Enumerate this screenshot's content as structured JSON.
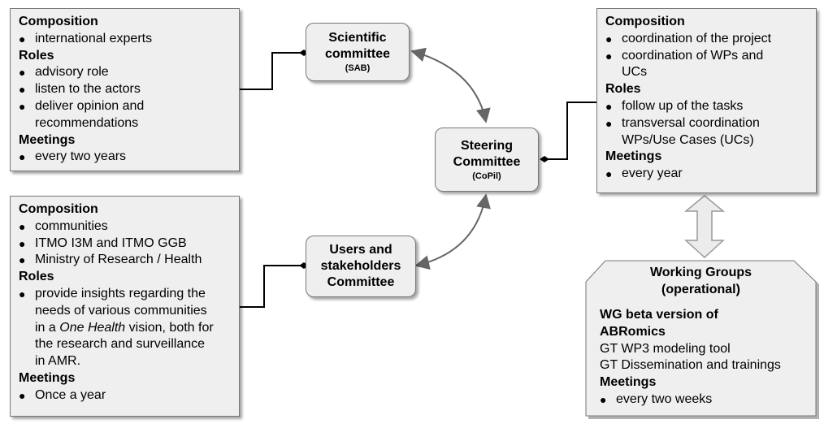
{
  "top_left": {
    "composition_heading": "Composition",
    "composition": [
      "international experts"
    ],
    "roles_heading": "Roles",
    "roles": [
      "advisory role",
      "listen to the actors",
      "deliver opinion and",
      "recommendations"
    ],
    "meetings_heading": "Meetings",
    "meetings": [
      "every two years"
    ]
  },
  "bottom_left": {
    "composition_heading": "Composition",
    "composition": [
      "communities",
      "ITMO I3M and ITMO GGB",
      "Ministry of Research / Health"
    ],
    "roles_heading": "Roles",
    "roles_lines": [
      "provide insights regarding the",
      "needs of various  communities",
      "in a ",
      "One Health",
      " vision, both for",
      "the research and surveillance",
      "in AMR."
    ],
    "meetings_heading": "Meetings",
    "meetings": [
      "Once a year"
    ]
  },
  "right": {
    "composition_heading": "Composition",
    "composition": [
      "coordination of the project",
      "coordination of WPs and",
      "UCs"
    ],
    "roles_heading": "Roles",
    "roles": [
      "follow up of the tasks",
      "transversal coordination",
      "WPs/Use Cases (UCs)"
    ],
    "meetings_heading": "Meetings",
    "meetings": [
      "every year"
    ]
  },
  "sab": {
    "title_1": "Scientific",
    "title_2": "committee",
    "abbr": "(SAB)"
  },
  "steering": {
    "title_1": "Steering",
    "title_2": "Committee",
    "abbr": "(CoPil)"
  },
  "users": {
    "title_1": "Users and",
    "title_2": "stakeholders",
    "title_3": "Committee"
  },
  "working_groups": {
    "title_1": "Working Groups",
    "title_2": "(operational)",
    "wg_heading_1": "WG beta version of",
    "wg_heading_2": "ABRomics",
    "gt_1": "GT WP3 modeling tool",
    "gt_2": "GT Dissemination and trainings",
    "meetings_heading": "Meetings",
    "meetings": [
      "every two weeks"
    ]
  },
  "colors": {
    "box_fill": "#efefef",
    "border": "#777777",
    "arrow": "#666666",
    "line": "#000000"
  }
}
